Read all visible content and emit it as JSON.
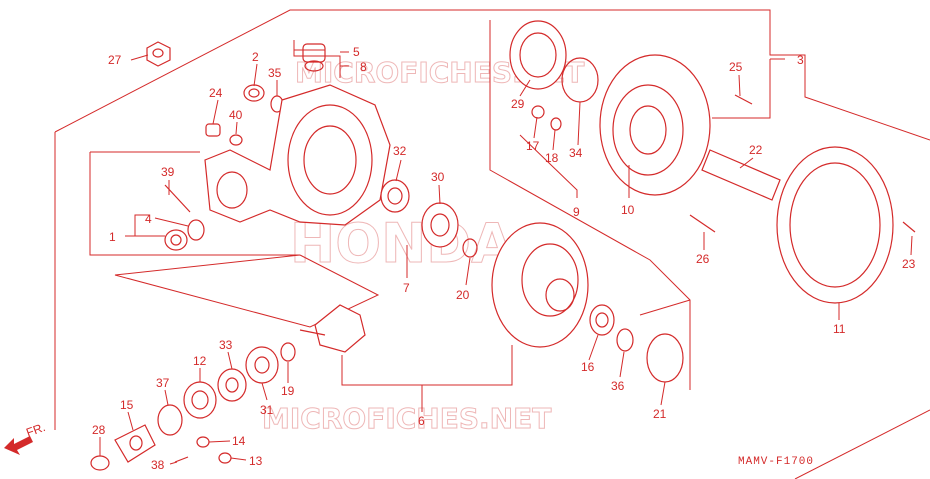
{
  "diagram_code": "MAMV-F1700",
  "watermarks": {
    "top": "MICROFICHES.NET",
    "center": "HONDA",
    "bottom": "MICROFICHES.NET"
  },
  "front_indicator": "FR.",
  "callouts": [
    "1",
    "2",
    "3",
    "4",
    "5",
    "6",
    "7",
    "8",
    "9",
    "10",
    "11",
    "12",
    "13",
    "14",
    "15",
    "16",
    "17",
    "18",
    "19",
    "20",
    "21",
    "22",
    "23",
    "24",
    "25",
    "26",
    "27",
    "28",
    "29",
    "30",
    "31",
    "32",
    "33",
    "34",
    "35",
    "36",
    "37",
    "38",
    "39",
    "40"
  ],
  "colors": {
    "ink": "#d42a2a",
    "watermark": "#e9a0a0",
    "background": "#ffffff"
  }
}
